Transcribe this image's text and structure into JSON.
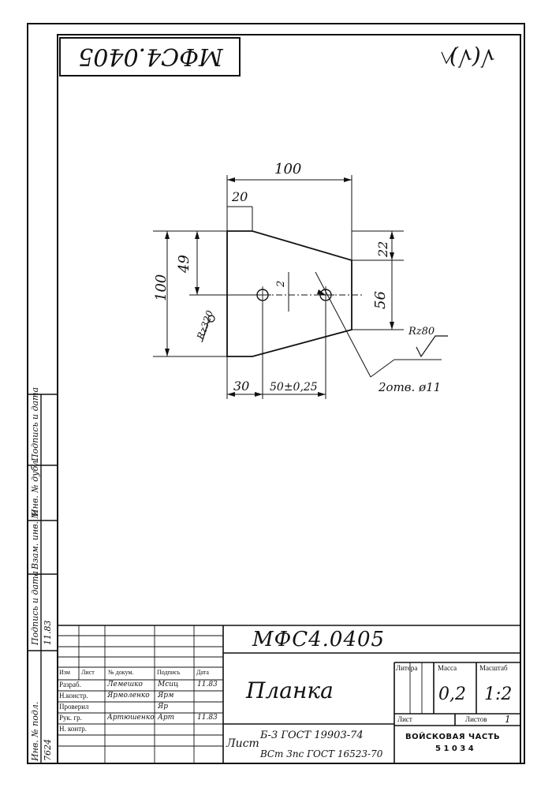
{
  "drawing_code": "МФС4.0405",
  "corner_stamp": "МФС4.0405",
  "surface_mark": "√(√)",
  "part_name": "Планка",
  "material_prefix": "Лист",
  "material_top": "Б-3 ГОСТ 19903-74",
  "material_bottom": "ВСт 3пс ГОСТ 16523-70",
  "organization": "ВОЙСКОВАЯ ЧАСТЬ",
  "unit_number": "5 1 0 3 4",
  "mass": "0,2",
  "scale": "1:2",
  "labels": {
    "letter": "Литера",
    "mass": "Масса",
    "scale": "Масштаб",
    "sheet": "Лист",
    "sheets": "Листов",
    "sheets_count": "1"
  },
  "revision_header": {
    "change": "Изм",
    "sheet": "Лист",
    "doc_no": "№ докум.",
    "sign": "Подпись",
    "date": "Дата"
  },
  "roles": [
    {
      "role": "Разраб.",
      "name": "Лемешко",
      "sign": "Мсиц",
      "date": "11.83"
    },
    {
      "role": "Н.констр.",
      "name": "Ярмоленко",
      "sign": "Ярм",
      "date": ""
    },
    {
      "role": "Проверил",
      "name": "",
      "sign": "Яр",
      "date": ""
    },
    {
      "role": "Рук. гр.",
      "name": "Артюшенко",
      "sign": "Арт",
      "date": "11.83"
    },
    {
      "role": "Н. контр.",
      "name": "",
      "sign": "",
      "date": ""
    }
  ],
  "dimensions": {
    "total_width": "100",
    "chamfer_offset": "20",
    "total_height": "100",
    "upper_height": "49",
    "right_top": "22",
    "right_height": "56",
    "hole_offset_y": "2",
    "left_to_hole": "30",
    "hole_spacing": "50±0,25",
    "holes": "2отв. ø11",
    "rough_left": "Rz320",
    "rough_right": "Rz80"
  },
  "side_stamps": [
    "Инв. № подл.",
    "7624",
    "Подпись и дата",
    "11.83",
    "Взам. инв. №",
    "Инв. № дубл.",
    "Подпись и дата"
  ]
}
